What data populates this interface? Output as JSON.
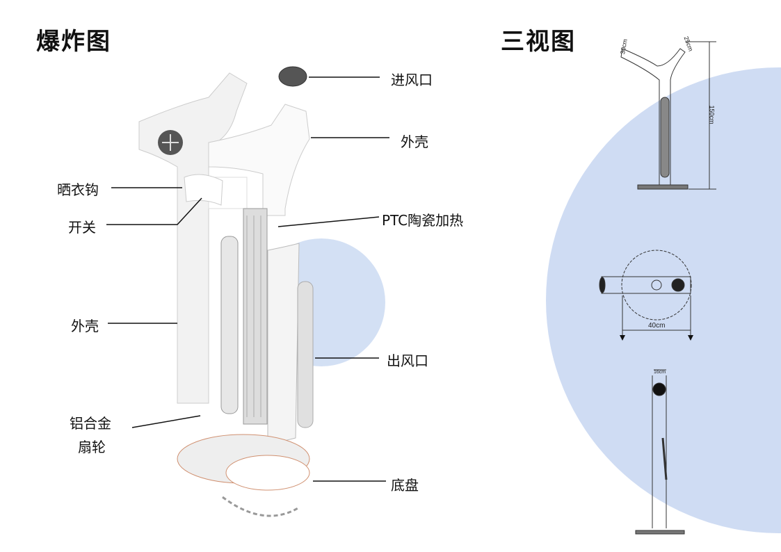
{
  "exploded": {
    "title": "爆炸图",
    "labels": {
      "air_inlet": "进风口",
      "shell_top": "外壳",
      "hanger_hook": "晒衣钩",
      "switch": "开关",
      "ptc_heater": "PTC陶瓷加热",
      "shell_side": "外壳",
      "air_outlet": "出风口",
      "fan_line1": "铝合金",
      "fan_line2": "扇轮",
      "base": "底盘"
    }
  },
  "three_view": {
    "title": "三视图",
    "dims": {
      "inlet_left": "30cm",
      "inlet_right": "25cm",
      "height": "150cm",
      "base_width": "40cm",
      "depth": "16cm"
    }
  },
  "colors": {
    "accent_circle": "#cfdcf3",
    "line": "#111111"
  }
}
